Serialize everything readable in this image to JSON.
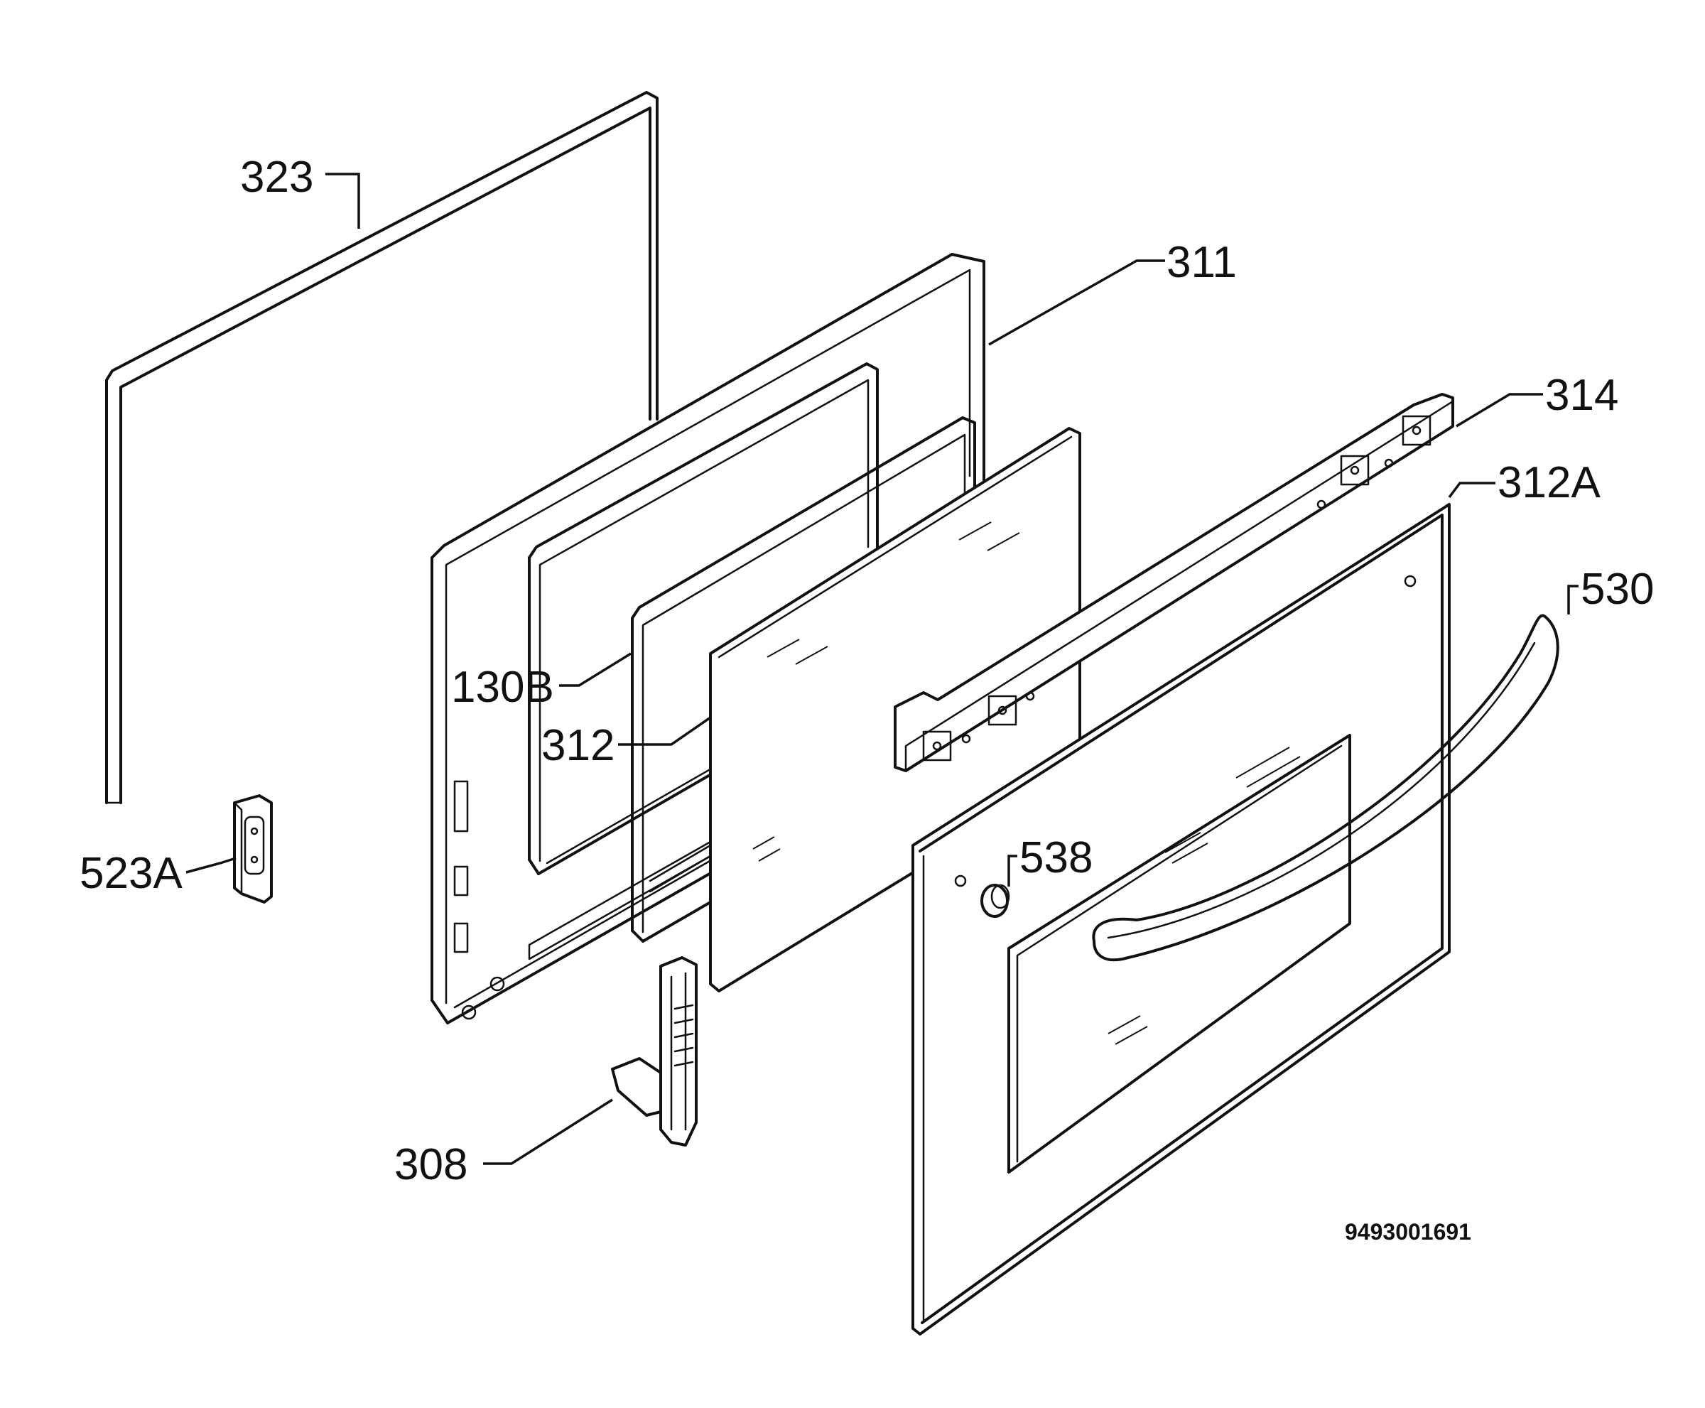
{
  "diagram": {
    "document_number": "9493001691",
    "callouts": [
      {
        "id": "323",
        "label": "323"
      },
      {
        "id": "311",
        "label": "311"
      },
      {
        "id": "314",
        "label": "314"
      },
      {
        "id": "312A",
        "label": "312A"
      },
      {
        "id": "530",
        "label": "530"
      },
      {
        "id": "130B",
        "label": "130B"
      },
      {
        "id": "312",
        "label": "312"
      },
      {
        "id": "523A",
        "label": "523A"
      },
      {
        "id": "538",
        "label": "538"
      },
      {
        "id": "308",
        "label": "308"
      }
    ]
  }
}
